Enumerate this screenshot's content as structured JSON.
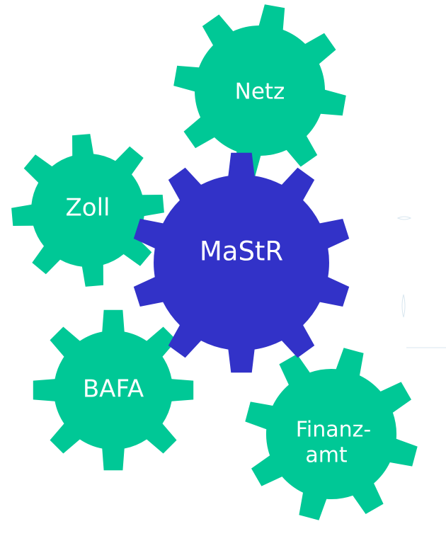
{
  "colors": {
    "center_gear": "#3232c8",
    "outer_gear": "#00c896",
    "label": "#ffffff",
    "background": "#ffffff"
  },
  "gears": {
    "center": {
      "label": "MaStR"
    },
    "netz": {
      "label": "Netz"
    },
    "zoll": {
      "label": "Zoll"
    },
    "bafa": {
      "label": "BAFA"
    },
    "finanzamt": {
      "label_line1": "Finanz-",
      "label_line2": "amt"
    }
  }
}
